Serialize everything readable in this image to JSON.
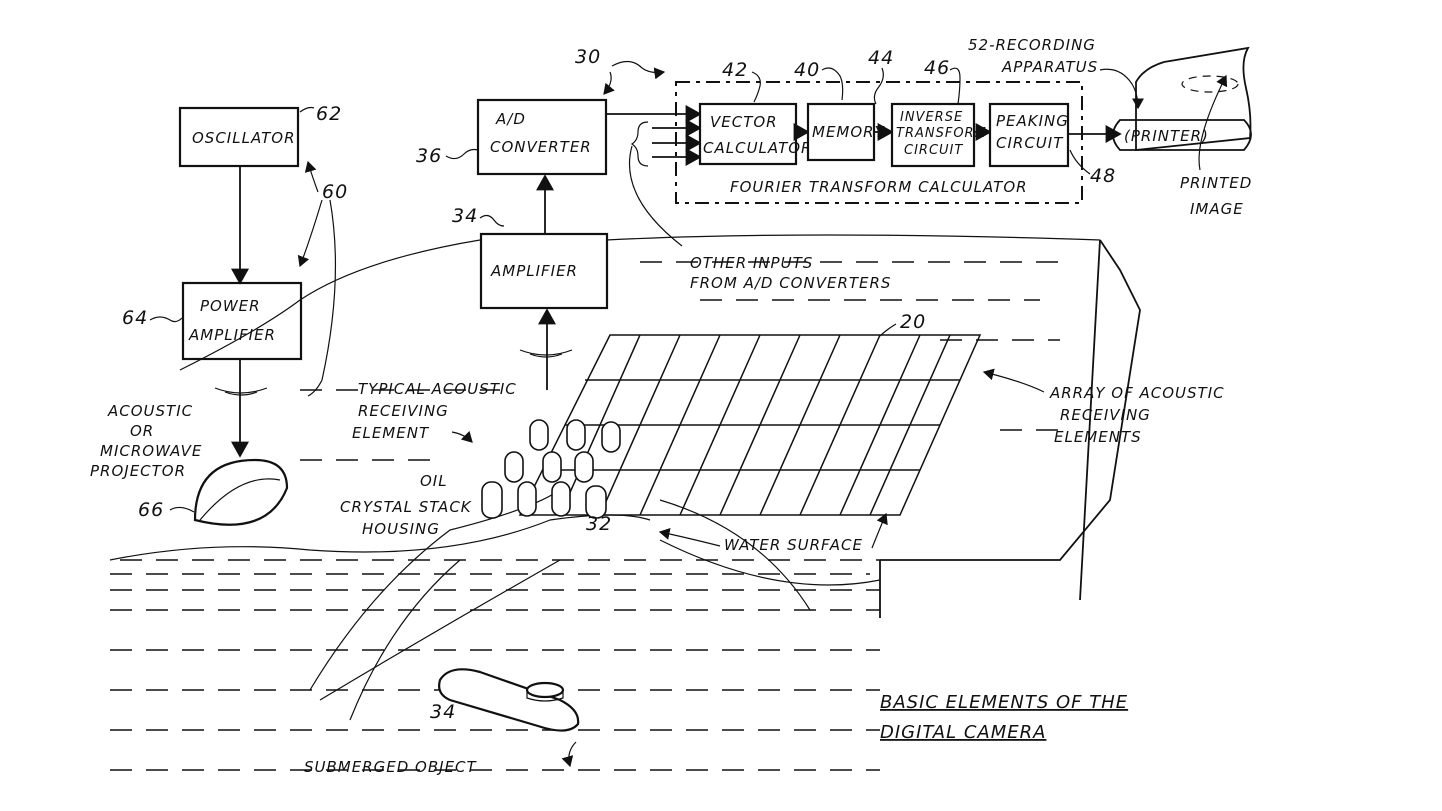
{
  "labels": {
    "oscillator": "OSCILLATOR",
    "power_amplifier_1": "POWER",
    "power_amplifier_2": "AMPLIFIER",
    "ad_converter_1": "A/D",
    "ad_converter_2": "CONVERTER",
    "amplifier": "AMPLIFIER",
    "vector_calc_1": "VECTOR",
    "vector_calc_2": "CALCULATOR",
    "memory": "MEMORY",
    "inverse_1": "INVERSE",
    "inverse_2": "TRANSFORM",
    "inverse_3": "CIRCUIT",
    "peaking_1": "PEAKING",
    "peaking_2": "CIRCUIT",
    "printer": "(PRINTER)",
    "fourier": "FOURIER  TRANSFORM  CALCULATOR",
    "recording_1": "52-RECORDING",
    "recording_2": "APPARATUS",
    "printed_1": "PRINTED",
    "printed_2": "IMAGE",
    "other_inputs_1": "OTHER  INPUTS",
    "other_inputs_2": "FROM  A/D  CONVERTERS",
    "typical_1": "TYPICAL  ACOUSTIC",
    "typical_2": "RECEIVING",
    "typical_3": "ELEMENT",
    "projector_1": "ACOUSTIC",
    "projector_2": "OR",
    "projector_3": "MICROWAVE",
    "projector_4": "PROJECTOR",
    "oil_1": "OIL",
    "oil_2": "CRYSTAL STACK",
    "oil_3": "HOUSING",
    "array_1": "ARRAY  OF  ACOUSTIC",
    "array_2": "RECEIVING",
    "array_3": "ELEMENTS",
    "water": "WATER  SURFACE",
    "submerged": "SUBMERGED  OBJECT",
    "caption_1": "BASIC  ELEMENTS  OF  THE",
    "caption_2": "DIGITAL   CAMERA"
  },
  "refs": {
    "r20": "20",
    "r30": "30",
    "r32": "32",
    "r34a": "34",
    "r34b": "34",
    "r36": "36",
    "r40": "40",
    "r42": "42",
    "r44": "44",
    "r46": "46",
    "r48": "48",
    "r60": "60",
    "r62": "62",
    "r64": "64",
    "r66": "66"
  }
}
